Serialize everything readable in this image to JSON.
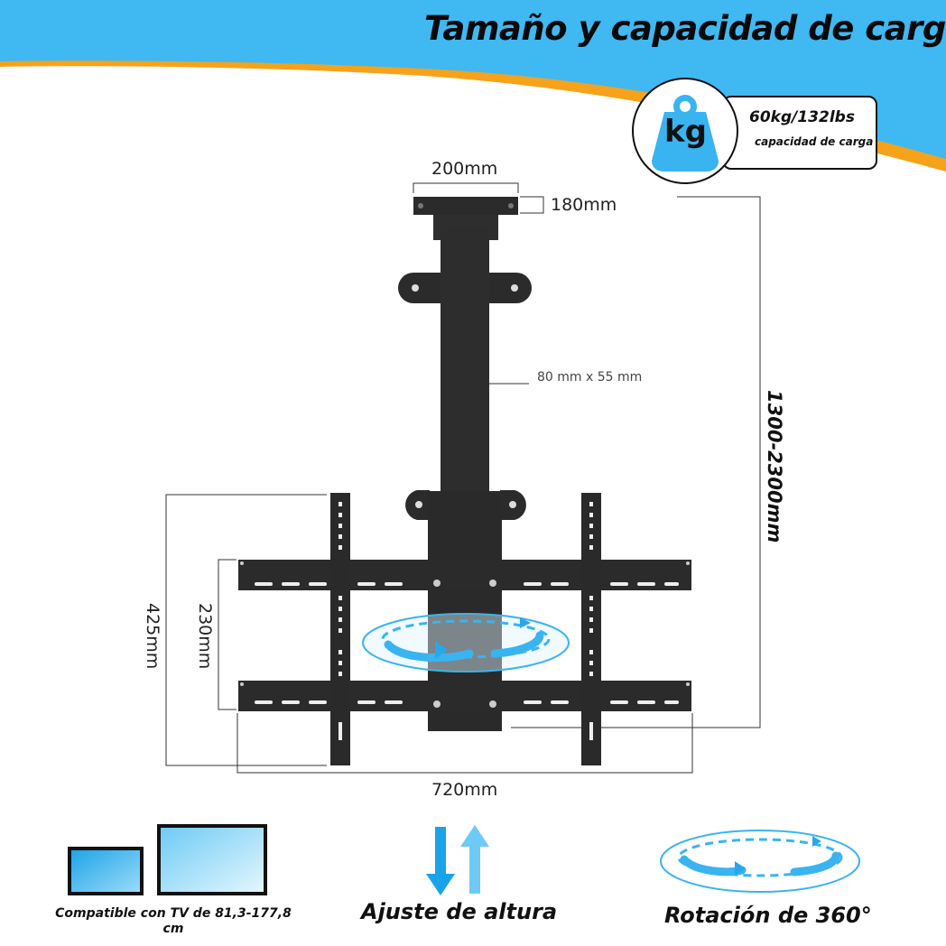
{
  "header": {
    "title": "Tamaño y capacidad de carga",
    "colors": {
      "band_blue": "#40b8f2",
      "band_orange": "#f6a21a"
    }
  },
  "load": {
    "icon": "weight-kg-icon",
    "unit_text": "kg",
    "value": "60kg/132lbs",
    "label": "capacidad de carga",
    "color": "#3ab4f0"
  },
  "dimensions": {
    "base_width": "200mm",
    "base_depth": "180mm",
    "pole_section": "80 mm x 55 mm",
    "height_range": "1300-2300mm",
    "vesa_outer_height": "425mm",
    "vesa_inner_height": "230mm",
    "vesa_width": "720mm"
  },
  "features": [
    {
      "icon": "tv-size-icon",
      "label": "Compatible con TV de 81,3-177,8 cm"
    },
    {
      "icon": "height-adjust-arrows-icon",
      "label": "Ajuste de altura"
    },
    {
      "icon": "rotation-360-icon",
      "label": "Rotación de 360°"
    }
  ]
}
